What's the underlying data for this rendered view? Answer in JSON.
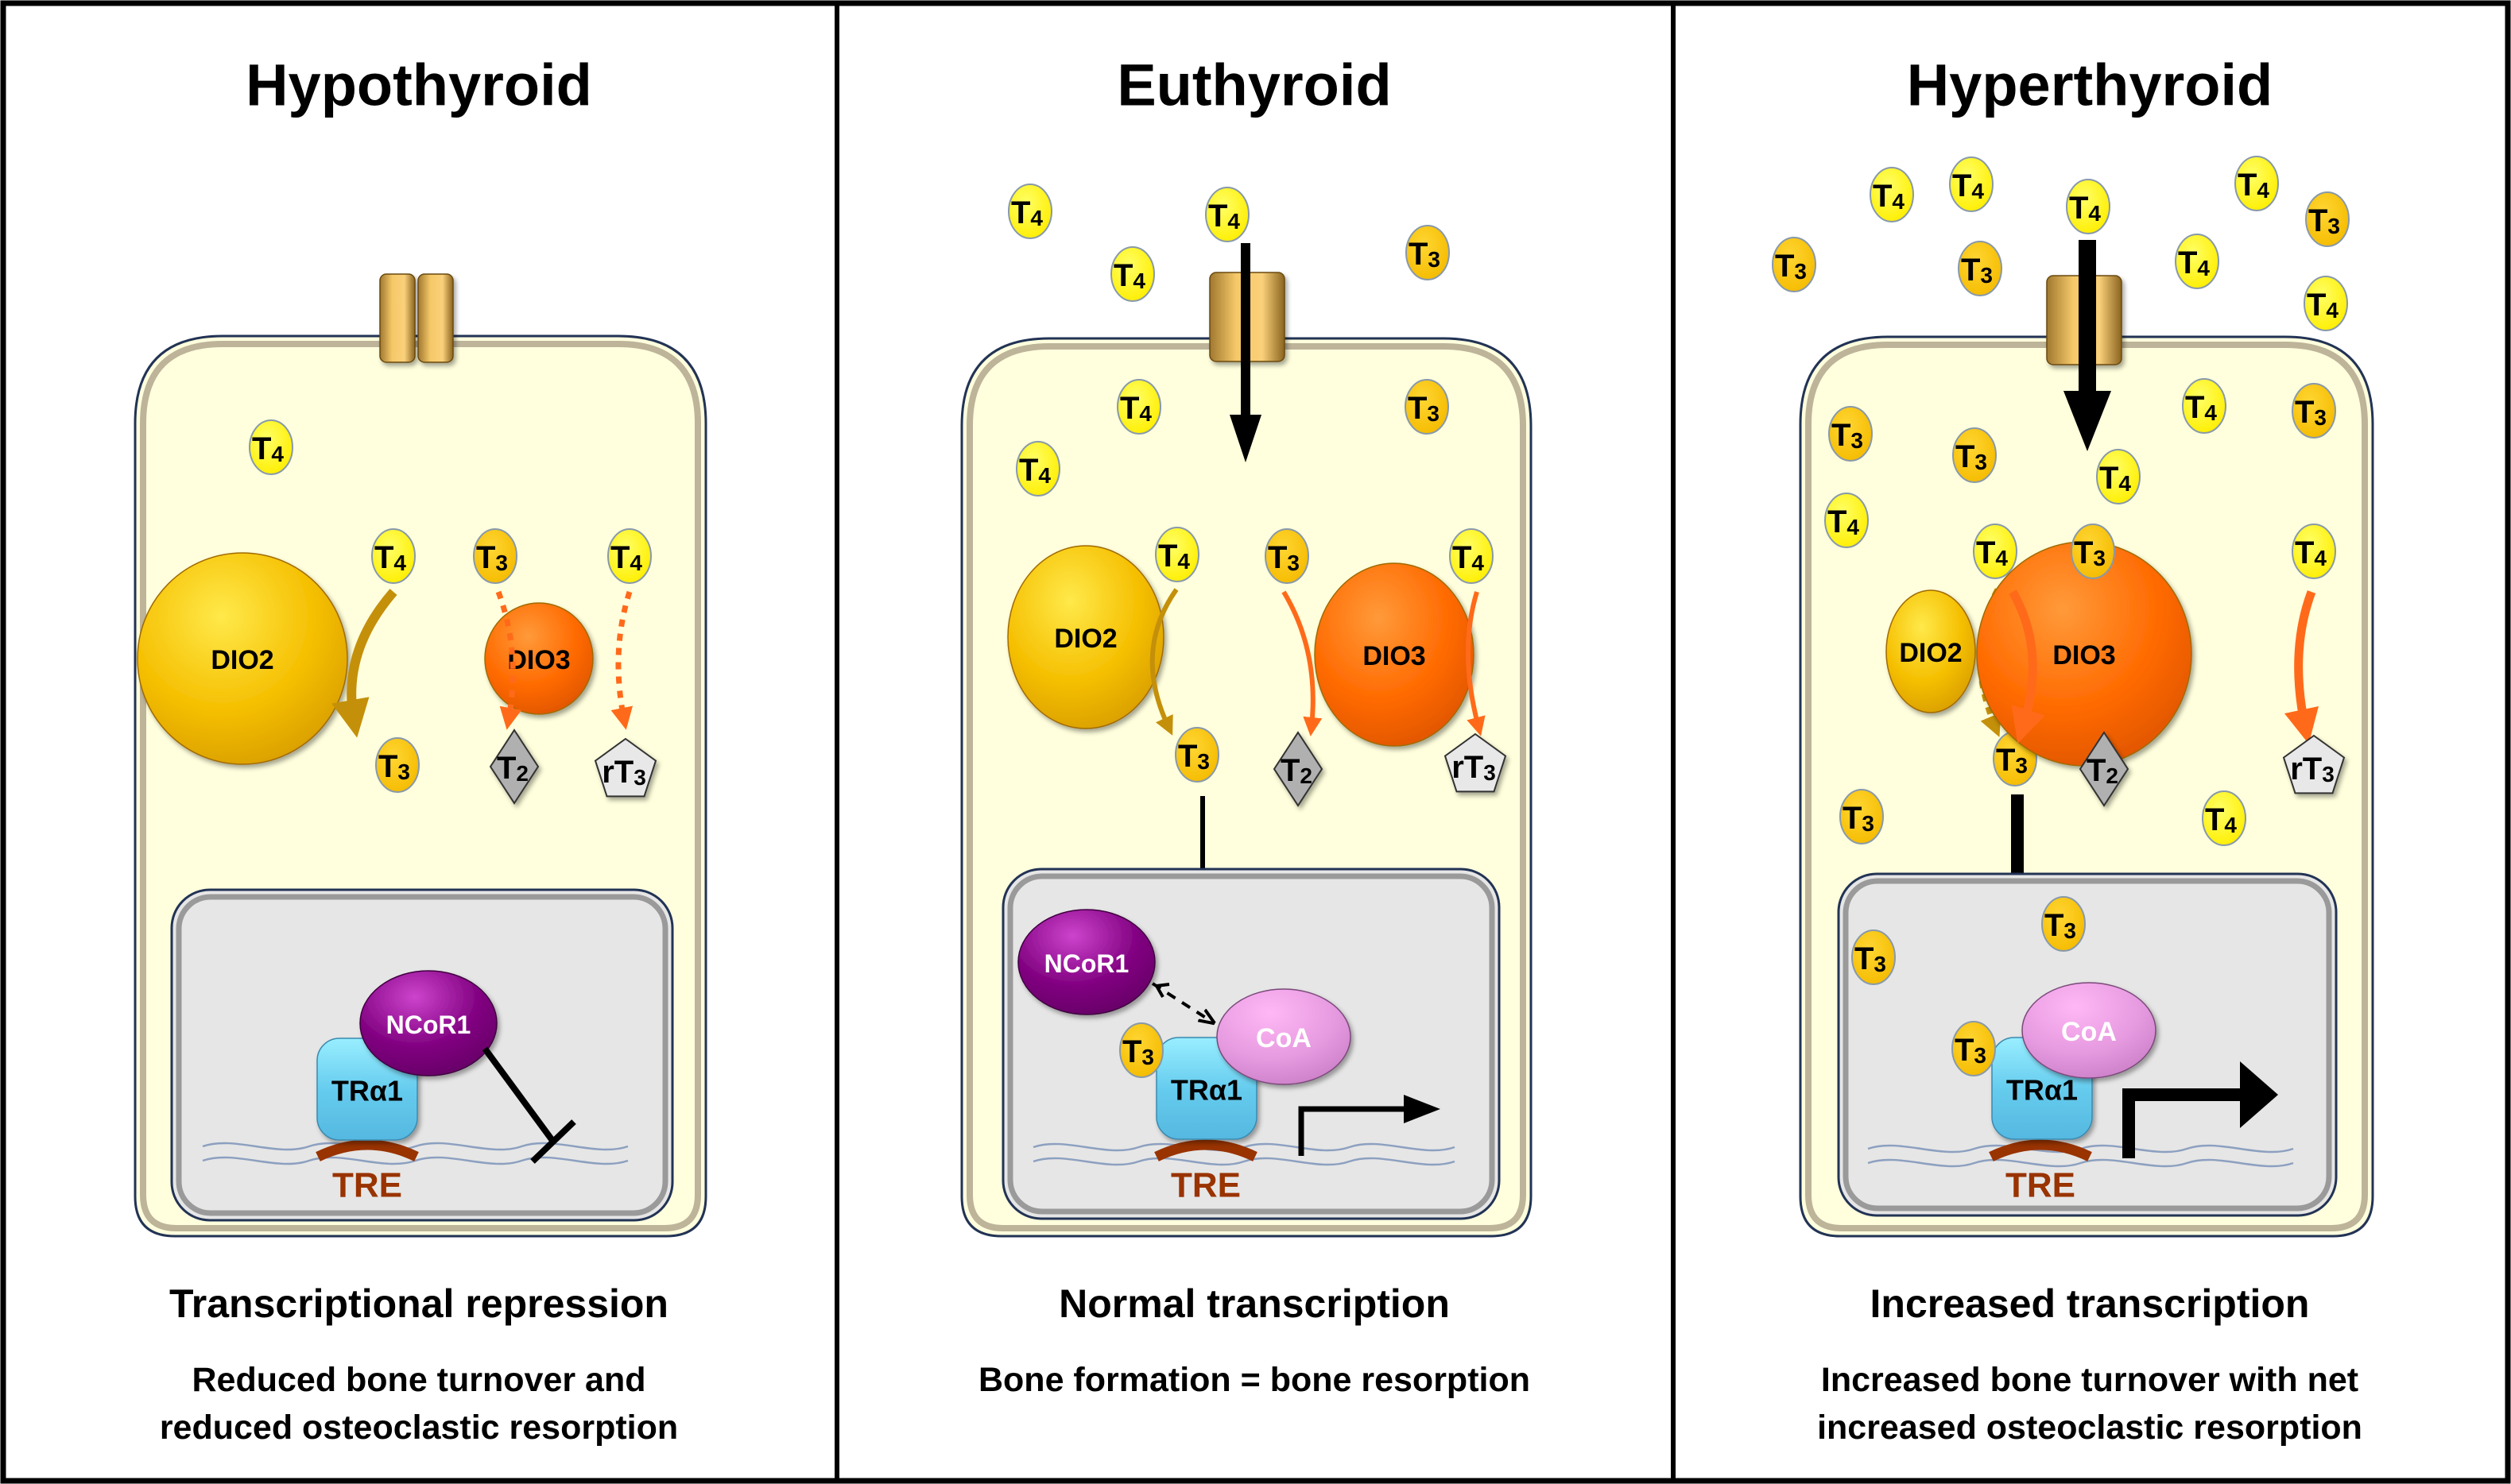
{
  "figure": {
    "description": "Thyroid hormone action in bone cells under three thyroid states",
    "colors": {
      "T4": "#ffff00",
      "T3": "#ffcc00",
      "T2": "#b0b0b0",
      "rT3": "#e6e6e6",
      "DIO2": "#f2b800",
      "DIO3": "#ff6a00",
      "NCoR1": "#800080",
      "CoA": "#e8a0e0",
      "TRa1": "#66ccee",
      "TRE": "#993300",
      "cytoplasm": "#ffffdd",
      "nucleus": "#e6e6e6",
      "transporter": "#d9a64a"
    },
    "labels": {
      "T": "T",
      "sub4": "4",
      "sub3": "3",
      "sub2": "2",
      "rT": "rT",
      "DIO2": "DIO2",
      "DIO3": "DIO3",
      "NCoR1": "NCoR1",
      "CoA": "CoA",
      "TRa1": "TRα1",
      "TRE": "TRE"
    }
  },
  "panels": [
    {
      "id": "hypothyroid",
      "title": "Hypothyroid",
      "summary": "Transcriptional repression",
      "effect_lines": [
        "Reduced bone turnover and",
        "reduced osteoclastic resorption"
      ],
      "transporter": "double channel (no influx arrow)",
      "dio2_activity": "increased (large, solid arrow)",
      "dio3_activity": "reduced (small, dotted arrows)",
      "nuclear_state": "NCoR1 bound to TRα1, repression",
      "extracellular_hormones": [],
      "cytoplasm_hormones": [
        "T4"
      ]
    },
    {
      "id": "euthyroid",
      "title": "Euthyroid",
      "summary": "Normal transcription",
      "effect_lines": [
        "Bone formation = bone resorption"
      ],
      "transporter": "single channel with influx arrow",
      "dio2_activity": "normal",
      "dio3_activity": "normal",
      "nuclear_state": "T3-bound TRα1 with CoA, NCoR1 exchange, transcription",
      "extracellular_hormones": [
        "T4",
        "T4",
        "T4",
        "T3"
      ],
      "cytoplasm_hormones": [
        "T4",
        "T4",
        "T3"
      ]
    },
    {
      "id": "hyperthyroid",
      "title": "Hyperthyroid",
      "summary": "Increased transcription",
      "effect_lines": [
        "Increased bone turnover with net",
        "increased osteoclastic resorption"
      ],
      "transporter": "single channel with large influx arrow",
      "dio2_activity": "reduced (small, dotted arrow)",
      "dio3_activity": "increased (large, solid arrows)",
      "nuclear_state": "T3-bound TRα1 with CoA, increased transcription",
      "extracellular_hormones": [
        "T4",
        "T4",
        "T4",
        "T3",
        "T3",
        "T4",
        "T4",
        "T3",
        "T4"
      ],
      "cytoplasm_hormones": [
        "T3",
        "T3",
        "T4",
        "T4",
        "T4",
        "T3",
        "T3",
        "T4"
      ],
      "nucleus_hormones": [
        "T3",
        "T3",
        "T3"
      ]
    }
  ]
}
